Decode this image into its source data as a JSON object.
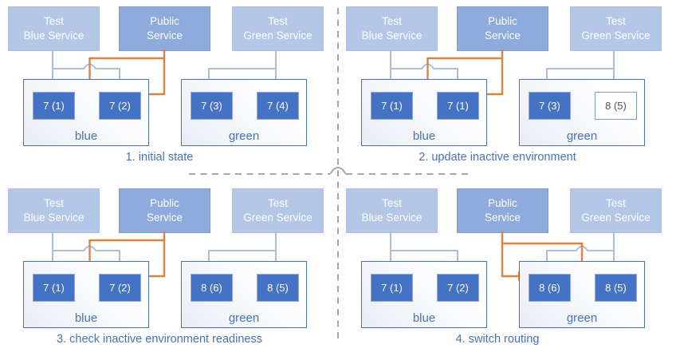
{
  "colors": {
    "accent_blue": "#4472C4",
    "light_service_fill": "#B4C7E7",
    "public_service_fill": "#8FAADC",
    "node_fill": "#4472C4",
    "orange_arrow": "#E0813C",
    "light_arrow": "#A9BFE1",
    "divider_gray": "#A6A6A6"
  },
  "services": {
    "test_blue": "Test\nBlue Service",
    "public": "Public\nService",
    "test_green": "Test\nGreen Service"
  },
  "panels": [
    {
      "caption": "1. initial state",
      "blue_env": {
        "label": "blue",
        "nodes": [
          "7 (1)",
          "7 (2)"
        ]
      },
      "green_env": {
        "label": "green",
        "nodes": [
          "7 (3)",
          "7 (4)"
        ]
      }
    },
    {
      "caption": "2. update inactive environment",
      "blue_env": {
        "label": "blue",
        "nodes": [
          "7 (1)",
          "7 (1)"
        ]
      },
      "green_env": {
        "label": "green",
        "nodes": [
          "7 (3)",
          "8 (5)"
        ]
      }
    },
    {
      "caption": "3. check inactive environment readiness",
      "blue_env": {
        "label": "blue",
        "nodes": [
          "7 (1)",
          "7 (2)"
        ]
      },
      "green_env": {
        "label": "green",
        "nodes": [
          "8 (6)",
          "8 (5)"
        ]
      }
    },
    {
      "caption": "4. switch routing",
      "blue_env": {
        "label": "blue",
        "nodes": [
          "7 (1)",
          "7 (2)"
        ]
      },
      "green_env": {
        "label": "green",
        "nodes": [
          "8 (6)",
          "8 (5)"
        ]
      }
    }
  ]
}
